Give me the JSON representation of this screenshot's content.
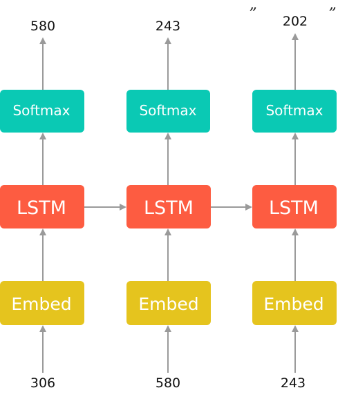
{
  "colors": {
    "softmax": "#0ac9b4",
    "lstm": "#fd5c41",
    "embed": "#e5c41e",
    "arrow": "#9a9a9a"
  },
  "columns": [
    {
      "output": "580",
      "softmax_label": "Softmax",
      "lstm_label": "LSTM",
      "embed_label": "Embed",
      "input": "306"
    },
    {
      "output": "243",
      "softmax_label": "Softmax",
      "lstm_label": "LSTM",
      "embed_label": "Embed",
      "input": "580"
    },
    {
      "output": "202",
      "softmax_label": "Softmax",
      "lstm_label": "LSTM",
      "embed_label": "Embed",
      "input": "243"
    }
  ],
  "output_quote_left": "”",
  "output_quote_right": "”"
}
